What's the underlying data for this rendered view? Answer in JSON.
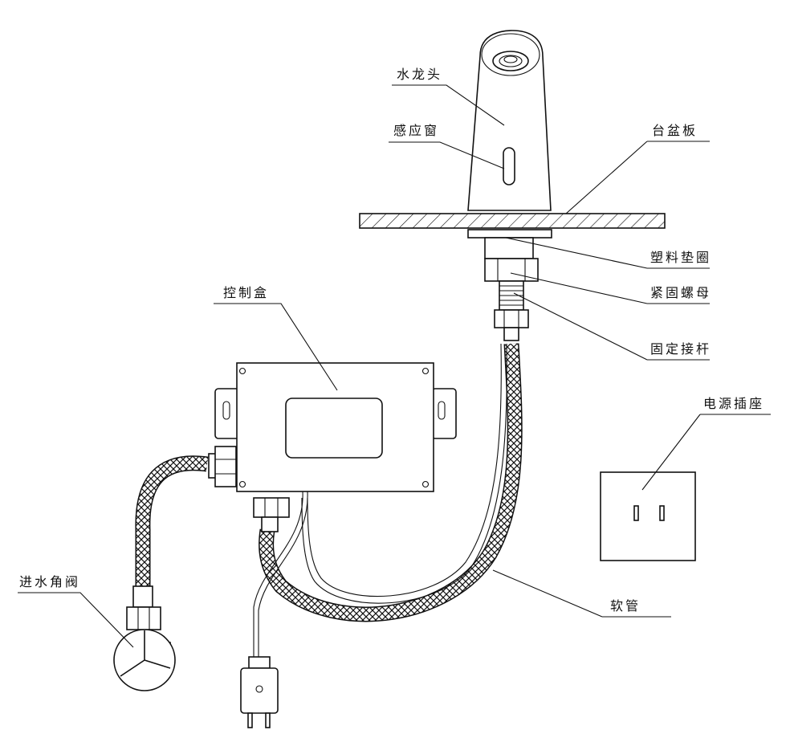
{
  "diagram": {
    "labels": {
      "faucet": "水龙头",
      "sensor_window": "感应窗",
      "countertop": "台盆板",
      "plastic_washer": "塑料垫圈",
      "lock_nut": "紧固螺母",
      "fixed_rod": "固定接杆",
      "control_box": "控制盒",
      "power_socket": "电源插座",
      "inlet_angle_valve": "进水角阀",
      "hose": "软管"
    },
    "colors": {
      "line": "#111111",
      "background": "#ffffff"
    },
    "icons": [
      "faucet-icon",
      "sensor-window-icon",
      "control-box-icon",
      "power-socket-icon",
      "angle-valve-icon",
      "power-plug-icon"
    ]
  }
}
